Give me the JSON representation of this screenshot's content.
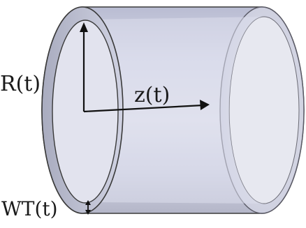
{
  "labels": {
    "radius": "R(t)",
    "axial": "z(t)",
    "wall_thickness": "WT(t)"
  },
  "colors": {
    "tube_fill": "#c9ccdf",
    "tube_inner": "#dfe1ee",
    "tube_outline": "#3a3a3a",
    "arrow": "#111111"
  }
}
